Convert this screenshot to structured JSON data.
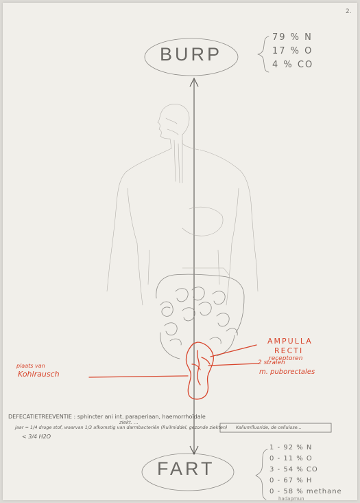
{
  "page_number": "2.",
  "top_oval_label": "BURP",
  "bottom_oval_label": "FART",
  "burp_composition": [
    "79 % N",
    "17 % O",
    "4 % CO"
  ],
  "fart_composition": [
    "1 - 92 % N",
    "0 - 11 % O",
    "3 - 54 % CO",
    "0 - 67 % H",
    "0 - 58 % methane",
    "hadapmun"
  ],
  "red_labels": {
    "ampulla": "AMPULLA",
    "recti": "RECTI",
    "receptor": "receptoren",
    "left_top": "plaats van",
    "left_bottom": "Kohlrausch",
    "right_top": "2 stralen",
    "right_bottom": "m. puborectales"
  },
  "notes": {
    "line1": "DEFECATIETREEVENTIE : sphincter ani int. paraperiaan, haemorrhoïdale",
    "line1b": "ziekt. ...",
    "line2": "jaar = 1/4 droge stof, waarvan 1/3 afkomstig van darmbacteriën  (Ruilmiddel, gezonde ziekten)",
    "line3": "< 3/4 H2O",
    "boxed": "Kaliumfluoride, de cellulose..."
  }
}
